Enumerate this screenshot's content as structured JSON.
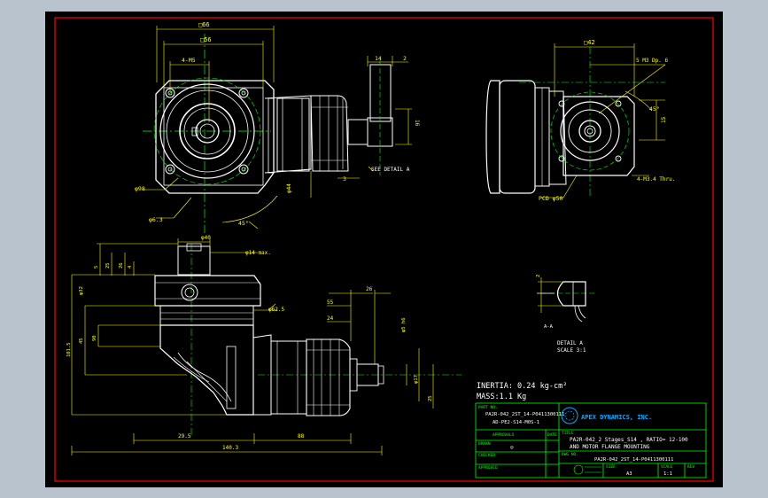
{
  "colors": {
    "background": "#000000",
    "frame": "#ff0000",
    "geometry": "#ffffff",
    "dimensions": "#ffff00",
    "centerlines": "#00ff00",
    "titleblock": "#00ff00",
    "logo": "#00aaff",
    "outer_window": "#b9c3ce"
  },
  "dims_top_left": {
    "d_sq66": "□66",
    "d_sq56": "□56",
    "d_4m5": "4-M5",
    "d_98": "φ98",
    "d_63": "φ6.3",
    "d_45": "45°"
  },
  "dims_top_mid": {
    "d_14": "14",
    "d_2": "2",
    "d_44": "φ44",
    "d_3": "3",
    "d_16": "16",
    "detail_ref": "SEE DETAIL A"
  },
  "dims_top_right": {
    "d_sq42": "□42",
    "d_5m3": "5 M3 Dp. 6",
    "d_45": "45°",
    "d_15": "15",
    "d_4m3": "4-M3.4 Thru.",
    "d_pcd": "PCD φ50"
  },
  "dims_bottom": {
    "d_40": "φ40",
    "d_14max": "φ14 max.",
    "d_5": "5",
    "d_25": "25",
    "d_26": "26",
    "d_4": "4",
    "d_32": "φ32",
    "d_45": "45",
    "d_90": "90",
    "d_101": "101.5",
    "d_625": "φ62.5",
    "d_55": "55",
    "d_24": "24",
    "d_26b": "26",
    "d_h6": "φ5 h6",
    "d_17": "φ17",
    "d_25b": "25",
    "d_295": "29.5",
    "d_88": "88",
    "d_1403": "140.3"
  },
  "detail_a": {
    "d_2": "2",
    "a_label": "A-A",
    "title": "DETAIL A",
    "scale": "SCALE 3:1"
  },
  "notes": {
    "inertia": "INERTIA: 0.24 kg-cm²",
    "mass": "MASS:1.1 Kg"
  },
  "title_block": {
    "part_no_label": "PART NO.",
    "part_no_1": "PA2R-042_2ST_14-P0411300111",
    "part_no_2": "AD-PE2-S14-M0S-1",
    "company": "APEX DYNAMICS, INC.",
    "approvals_label": "APPROVALS",
    "date_label": "DATE",
    "drawn_label": "DRAWN",
    "drawn_mark": "☺",
    "checked_label": "CHECKED",
    "approved_label": "APPROVED",
    "title_label": "TITLE",
    "title_1": "PA2R-042_2 Stages_S14 , RATIO= 12-100",
    "title_2": "AND MOTOR FLANGE MOUNTING",
    "dwg_no_label": "DWG NO.",
    "dwg_no": "PA2R-042_2ST_14-P0411300111",
    "size_label": "SIZE",
    "size": "A3",
    "scale_label": "SCALE",
    "scale": "1:1",
    "rev_label": "REV"
  }
}
